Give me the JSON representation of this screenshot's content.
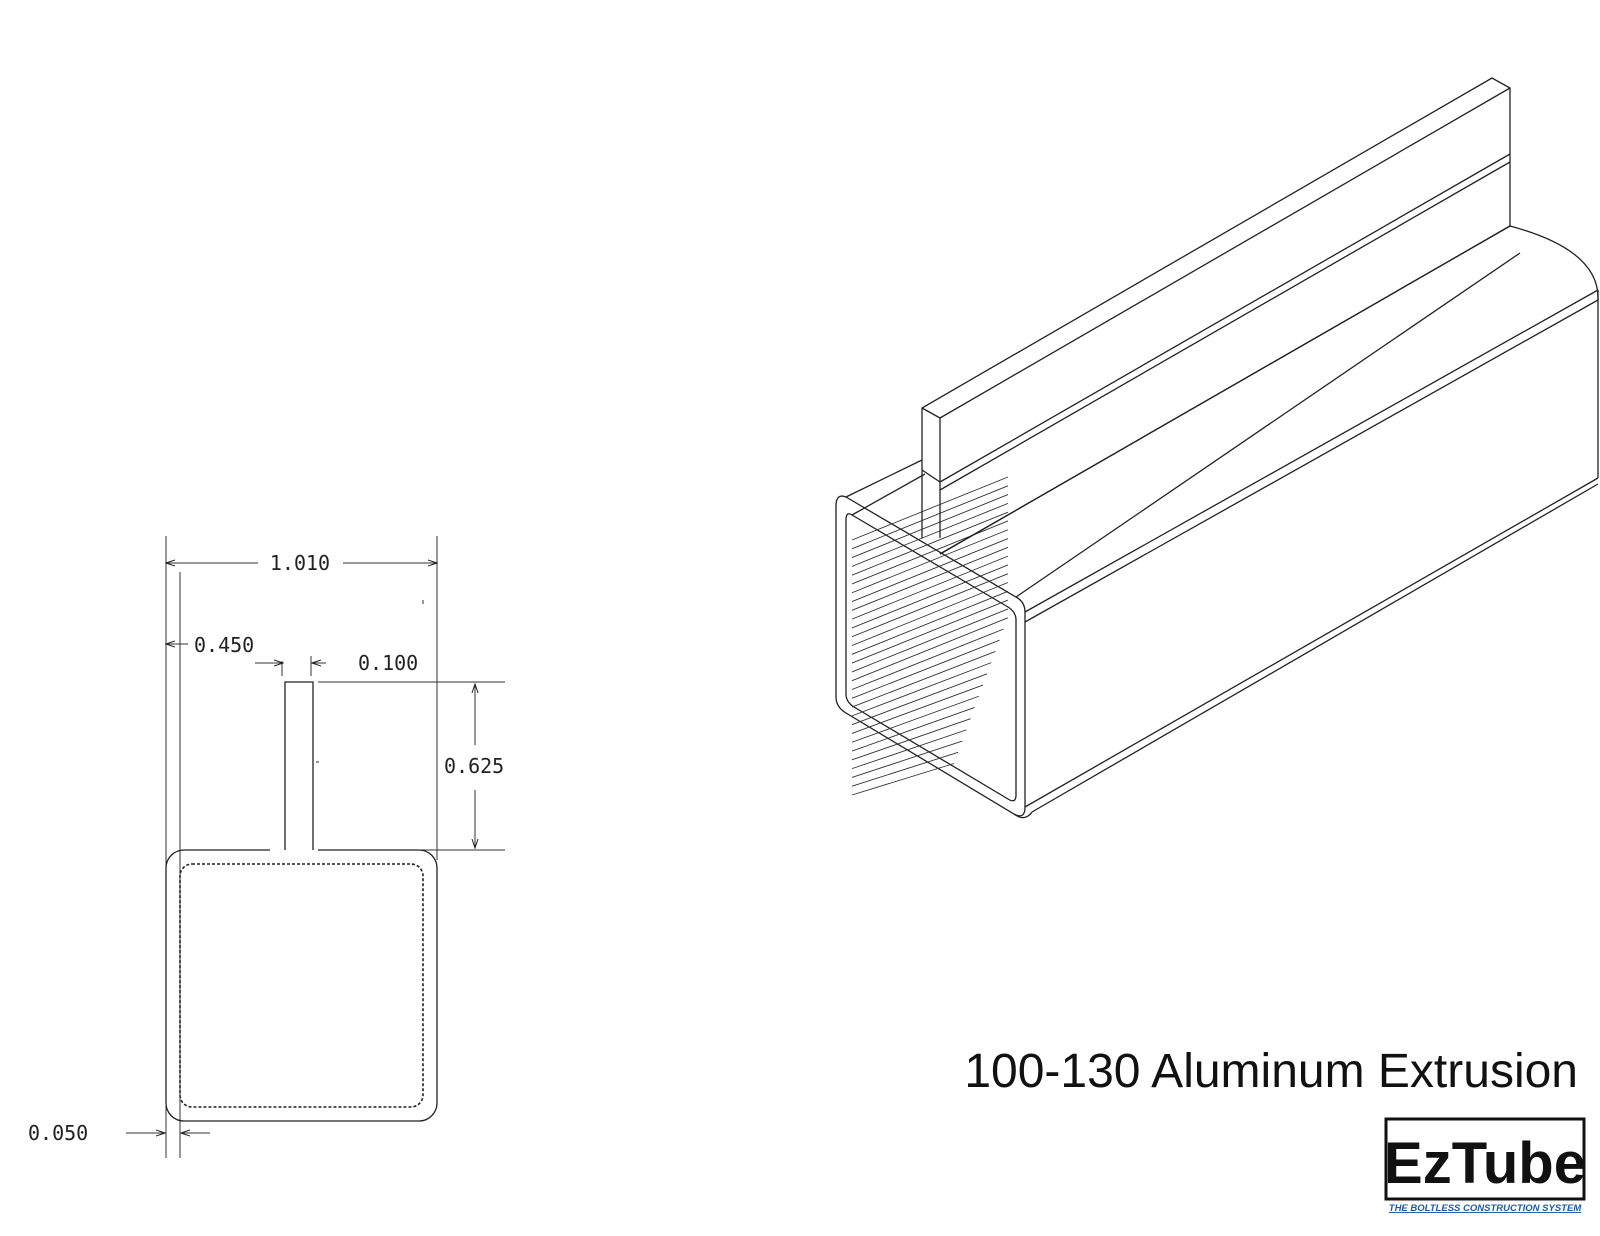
{
  "title": "100-130 Aluminum Extrusion",
  "dimensions": {
    "overall_width": "1.010",
    "fin_offset": "0.450",
    "fin_width": "0.100",
    "fin_height": "0.625",
    "wall_thickness": "0.050"
  },
  "logo": {
    "name": "EzTube",
    "tagline": "THE BOLTLESS CONSTRUCTION SYSTEM",
    "tagline_color": "#1f5aa6"
  },
  "colors": {
    "line": "#222222",
    "background": "#ffffff"
  }
}
